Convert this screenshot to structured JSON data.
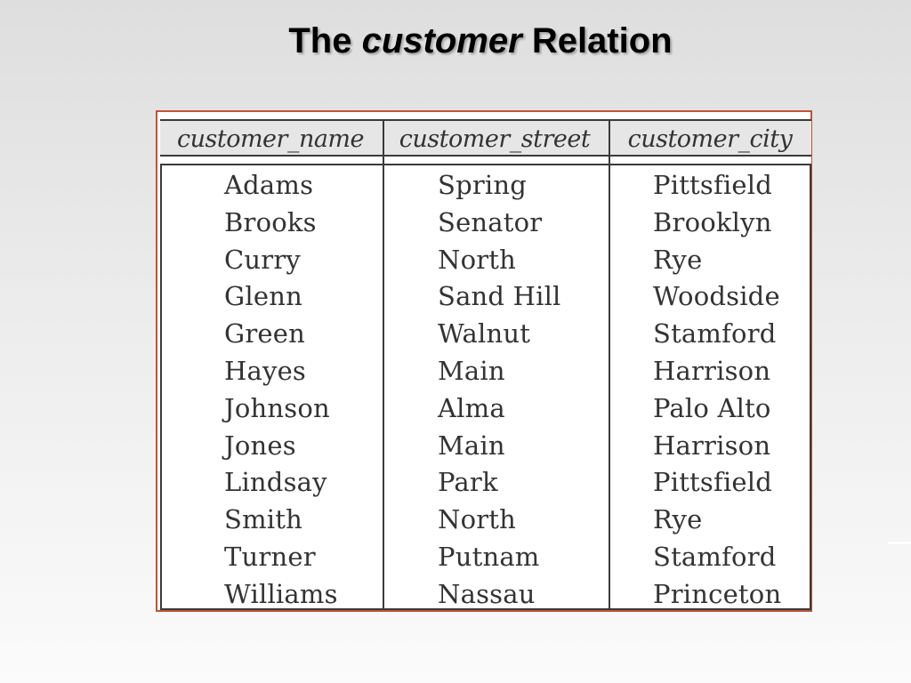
{
  "slide": {
    "title_prefix": "The",
    "title_emphasis": "customer",
    "title_suffix": "Relation"
  },
  "table": {
    "columns": [
      "customer_name",
      "customer_street",
      "customer_city"
    ],
    "rows": [
      [
        "Adams",
        "Spring",
        "Pittsfield"
      ],
      [
        "Brooks",
        "Senator",
        "Brooklyn"
      ],
      [
        "Curry",
        "North",
        "Rye"
      ],
      [
        "Glenn",
        "Sand Hill",
        "Woodside"
      ],
      [
        "Green",
        "Walnut",
        "Stamford"
      ],
      [
        "Hayes",
        "Main",
        "Harrison"
      ],
      [
        "Johnson",
        "Alma",
        "Palo Alto"
      ],
      [
        "Jones",
        "Main",
        "Harrison"
      ],
      [
        "Lindsay",
        "Park",
        "Pittsfield"
      ],
      [
        "Smith",
        "North",
        "Rye"
      ],
      [
        "Turner",
        "Putnam",
        "Stamford"
      ],
      [
        "Williams",
        "Nassau",
        "Princeton"
      ]
    ]
  },
  "colors": {
    "frame_border": "#c0533a",
    "header_bg": "#e6e6e6",
    "rule": "#3a3a3a",
    "text": "#333333"
  }
}
